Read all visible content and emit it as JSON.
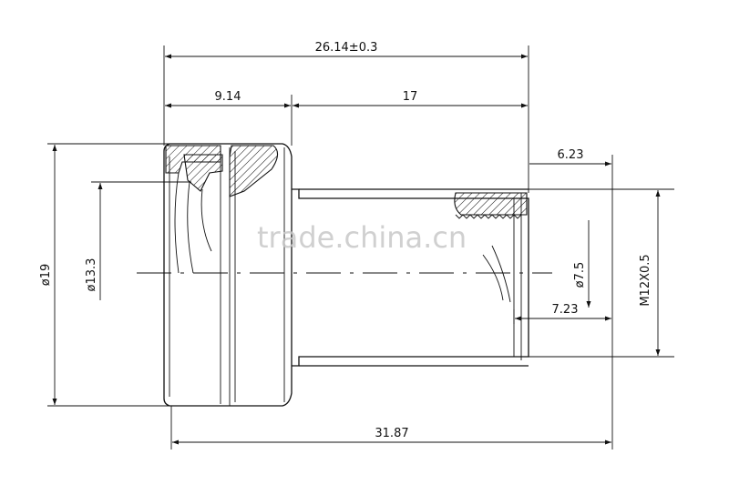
{
  "drawing": {
    "dimensions": {
      "overall_flange_length": "26.14±0.3",
      "front_section_length": "9.14",
      "barrel_length": "17",
      "flange_to_thread_end": "6.23",
      "thread_to_sensor": "7.23",
      "total_length": "31.87",
      "outer_diameter": "ø19",
      "aperture_diameter": "ø13.3",
      "rear_diameter": "ø7.5",
      "thread_spec": "M12X0.5"
    },
    "watermark": "trade.china.cn"
  }
}
